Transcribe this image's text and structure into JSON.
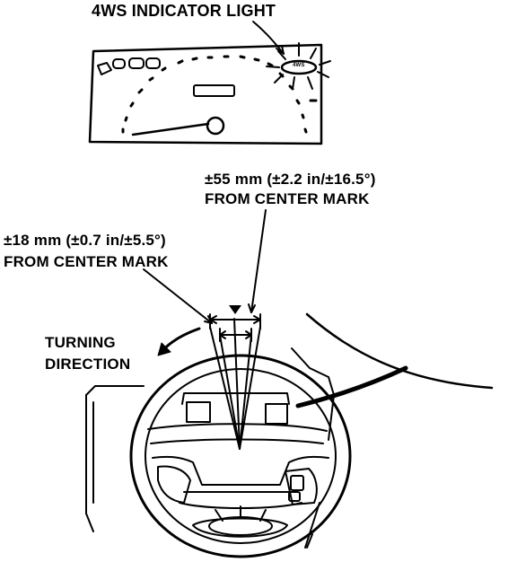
{
  "labels": {
    "indicator": "4WS INDICATOR LIGHT",
    "tolerance_55_line1": "±55 mm (±2.2 in/±16.5°)",
    "tolerance_55_line2": "FROM CENTER MARK",
    "tolerance_18_line1": "±18 mm (±0.7 in/±5.5°)",
    "tolerance_18_line2": "FROM CENTER MARK",
    "turning_line1": "TURNING",
    "turning_line2": "DIRECTION",
    "lamp_text": "4WS"
  },
  "icons": {
    "center_mark": "triangle-down",
    "indicator_burst": "starburst"
  },
  "colors": {
    "ink": "#000000",
    "paper": "#ffffff"
  }
}
